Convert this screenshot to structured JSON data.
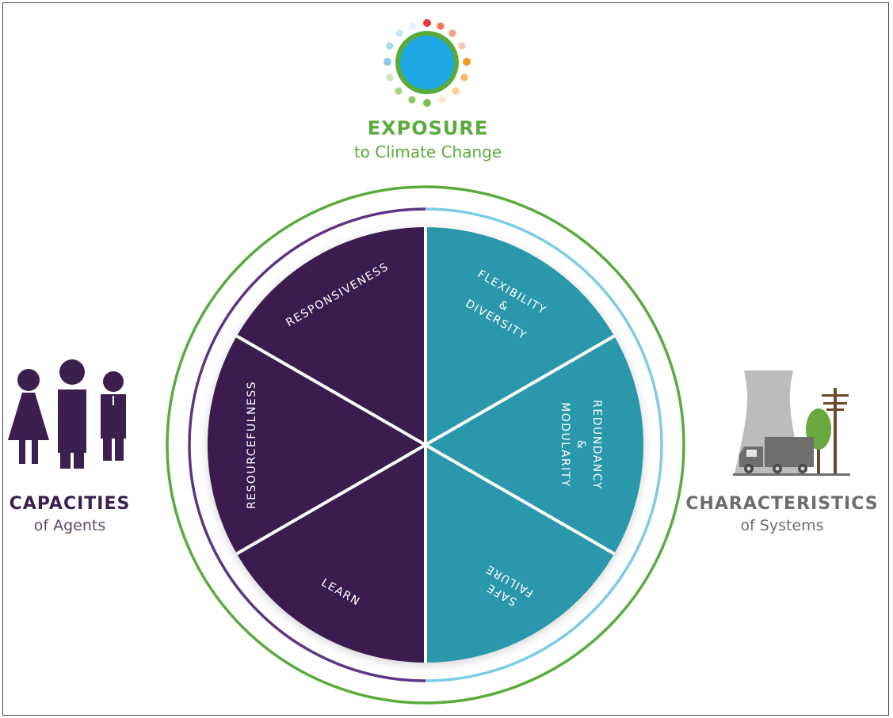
{
  "exposure": {
    "title": "EXPOSURE",
    "subtitle": "to Climate Change",
    "icon": "globe-icon",
    "color": "#5aab3e"
  },
  "capacities": {
    "title": "CAPACITIES",
    "subtitle": "of Agents",
    "icon": "people-icon",
    "color": "#3a1f4f"
  },
  "characteristics": {
    "title": "CHARACTERISTICS",
    "subtitle": "of Systems",
    "icon": "infrastructure-icon",
    "color": "#6d6d6d"
  },
  "wheel": {
    "agent_color": "#3a1f4f",
    "system_color": "#2a97ab",
    "outer_ring_color": "#5aab3e",
    "agent_ring_color": "#5e3584",
    "system_ring_color": "#7ecbe6",
    "segments": {
      "responsiveness": "RESPONSIVENESS",
      "resourcefulness": "RESOURCEFULNESS",
      "learn": "LEARN",
      "flexibility_line1": "FLEXIBILITY",
      "flexibility_line2": "&",
      "flexibility_line3": "DIVERSITY",
      "redundancy_line1": "REDUNDANCY",
      "redundancy_line2": "&",
      "redundancy_line3": "MODULARITY",
      "safe_line1": "SAFE",
      "safe_line2": "FAILURE"
    }
  }
}
